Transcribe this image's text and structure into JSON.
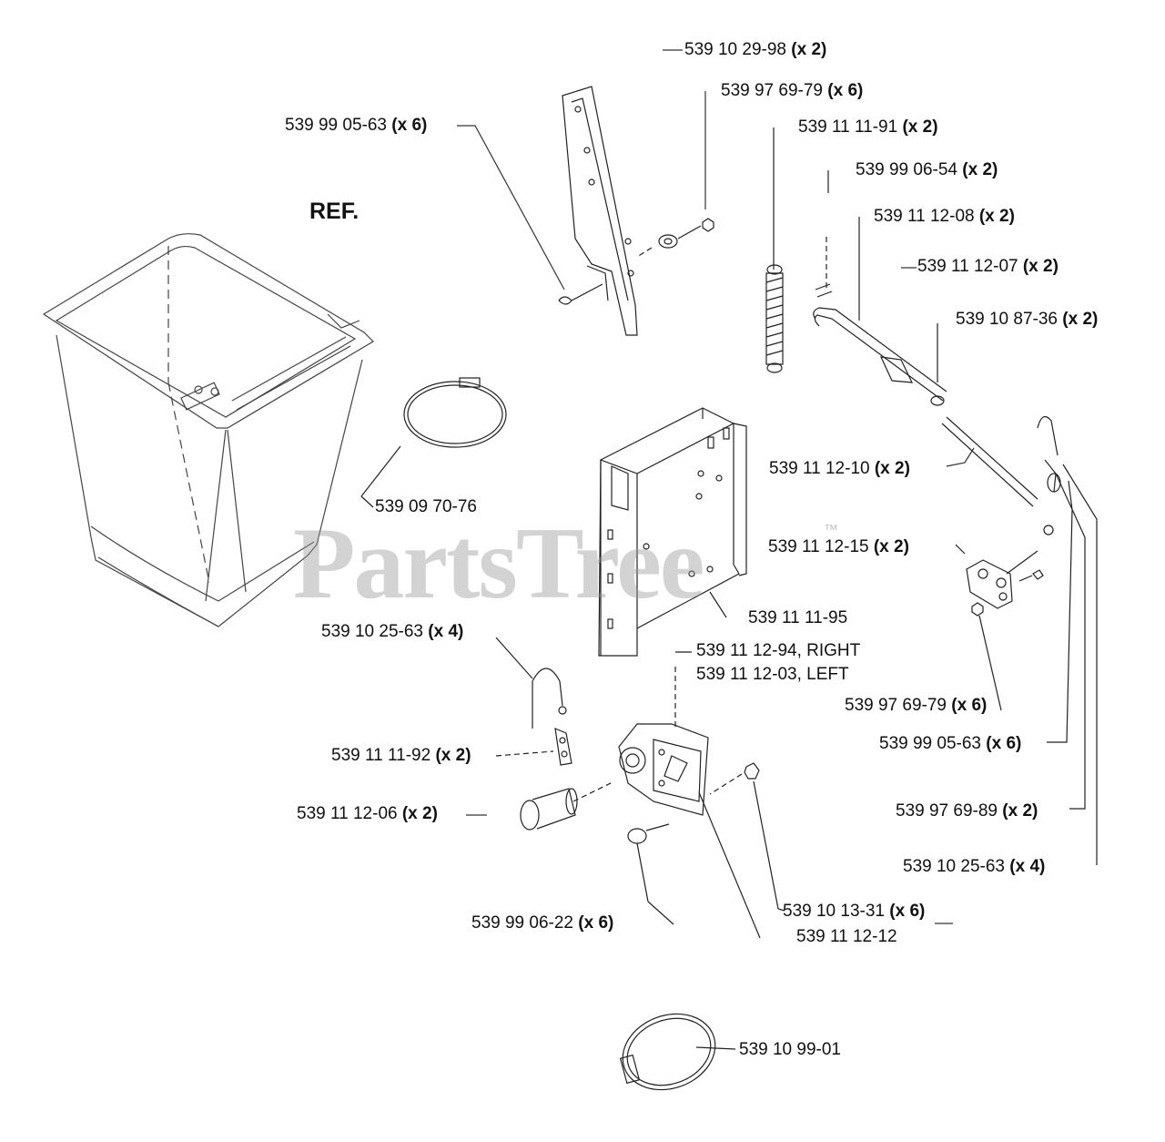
{
  "diagram": {
    "ref_label": "REF.",
    "watermark": "PartsTree",
    "trademark": "™",
    "labels": [
      {
        "id": "p1",
        "part": "539 10 29-98",
        "qty": "(x 2)"
      },
      {
        "id": "p2",
        "part": "539 97 69-79",
        "qty": "(x 6)"
      },
      {
        "id": "p3",
        "part": "539 99 05-63",
        "qty": "(x 6)"
      },
      {
        "id": "p4",
        "part": "539 11 11-91",
        "qty": "(x 2)"
      },
      {
        "id": "p5",
        "part": "539 99 06-54",
        "qty": "(x 2)"
      },
      {
        "id": "p6",
        "part": "539 11 12-08",
        "qty": "(x 2)"
      },
      {
        "id": "p7",
        "part": "539 11 12-07",
        "qty": "(x 2)"
      },
      {
        "id": "p8",
        "part": "539 10 87-36",
        "qty": "(x 2)"
      },
      {
        "id": "p9",
        "part": "539 09 70-76",
        "qty": ""
      },
      {
        "id": "p10",
        "part": "539 11 12-10",
        "qty": "(x 2)"
      },
      {
        "id": "p11",
        "part": "539 11 12-15",
        "qty": "(x 2)"
      },
      {
        "id": "p12",
        "part": "539 11 11-95",
        "qty": ""
      },
      {
        "id": "p13",
        "part": "539 10 25-63",
        "qty": "(x 4)"
      },
      {
        "id": "p14",
        "part": "539 11 12-94, RIGHT",
        "qty": ""
      },
      {
        "id": "p15",
        "part": "539 11 12-03, LEFT",
        "qty": ""
      },
      {
        "id": "p16",
        "part": "539 97 69-79",
        "qty": "(x 6)"
      },
      {
        "id": "p17",
        "part": "539 11 11-92",
        "qty": "(x 2)"
      },
      {
        "id": "p18",
        "part": "539 99 05-63",
        "qty": "(x 6)"
      },
      {
        "id": "p19",
        "part": "539 11 12-06",
        "qty": "(x 2)"
      },
      {
        "id": "p20",
        "part": "539 97 69-89",
        "qty": "(x 2)"
      },
      {
        "id": "p21",
        "part": "539 10 25-63",
        "qty": "(x 4)"
      },
      {
        "id": "p22",
        "part": "539 10 13-31",
        "qty": "(x 6)"
      },
      {
        "id": "p23",
        "part": "539 99 06-22",
        "qty": "(x 6)"
      },
      {
        "id": "p24",
        "part": "539 11 12-12",
        "qty": ""
      },
      {
        "id": "p25",
        "part": "539 10 99-01",
        "qty": ""
      }
    ]
  }
}
